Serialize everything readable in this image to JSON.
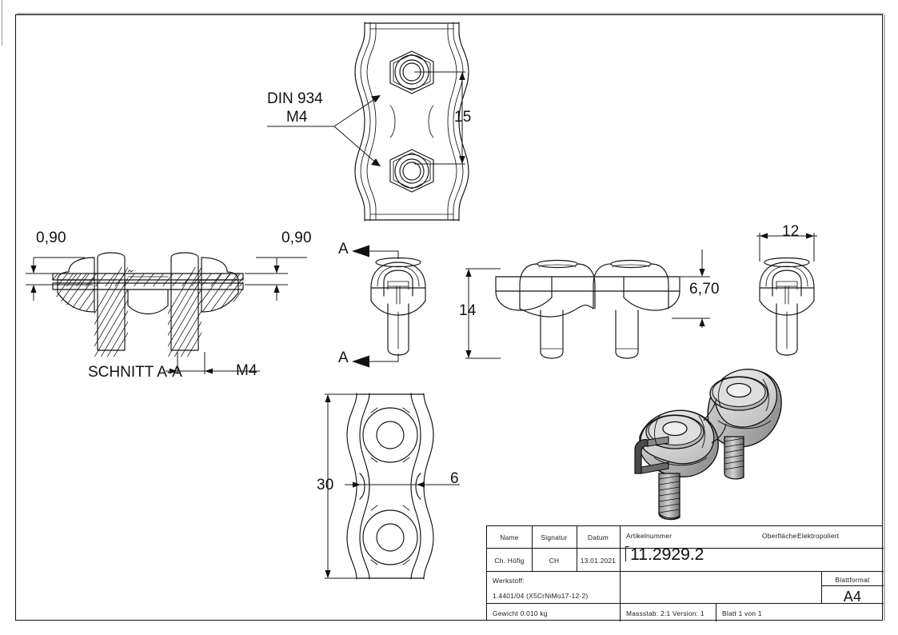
{
  "document": {
    "type": "technical-drawing",
    "sheet_format": "A4"
  },
  "annotations": {
    "din_label_line1": "DIN 934",
    "din_label_line2": "M4",
    "section_label": "SCHNITT A-A",
    "section_arrow_top": "A",
    "section_arrow_bottom": "A"
  },
  "dimensions": {
    "top_view_height": "15",
    "section_left_thickness": "0,90",
    "section_right_thickness": "0,90",
    "section_thread": "M4",
    "front_view_height": "14",
    "front_view_plate": "6,70",
    "side_view_width": "12",
    "bottom_view_length": "30",
    "bottom_view_waist": "6"
  },
  "title_block": {
    "headers": {
      "name": "Name",
      "signatur": "Signatur",
      "datum": "Datum"
    },
    "values": {
      "name": "Ch. Höfig",
      "signatur": "CH",
      "datum": "13.01.2021"
    },
    "artikelnummer_label": "Artikelnummer",
    "artikelnummer_value": "11.2929.2",
    "oberflaeche_label": "Oberfläche:",
    "oberflaeche_value": "Elektropoliert",
    "werkstoff_label": "Werkstoff:",
    "werkstoff_value": "1.4401/04 (X5CrNiMo17-12-2)",
    "gewicht": "Gewicht 0.010 kg",
    "massstab": "Massstab: 2:1",
    "version": "Version: 1",
    "blatt": "Blatt 1 von 1",
    "blattformat_label": "Blattformat",
    "blattformat_value": "A4"
  },
  "colors": {
    "line": "#111111",
    "frame": "#111111",
    "paper": "#ffffff",
    "iso_light": "#e6e6e6",
    "iso_mid": "#bdbdbd",
    "iso_dark": "#8f8f8f"
  }
}
